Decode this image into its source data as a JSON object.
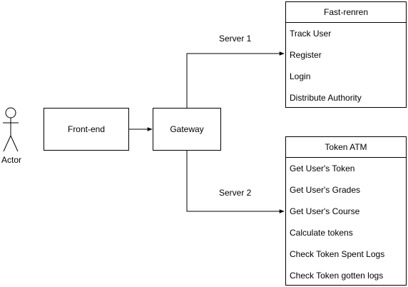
{
  "actor": {
    "label": "Actor"
  },
  "nodes": {
    "frontend": "Front-end",
    "gateway": "Gateway"
  },
  "edges": {
    "server1": "Server 1",
    "server2": "Server 2"
  },
  "fast_renren": {
    "title": "Fast-renren",
    "items": [
      "Track User",
      "Register",
      "Login",
      "Distribute Authority"
    ]
  },
  "token_atm": {
    "title": "Token ATM",
    "items": [
      "Get User's Token",
      "Get User's Grades",
      "Get User's Course",
      "Calculate tokens",
      "Check Token Spent Logs",
      "Check Token gotten logs"
    ]
  }
}
